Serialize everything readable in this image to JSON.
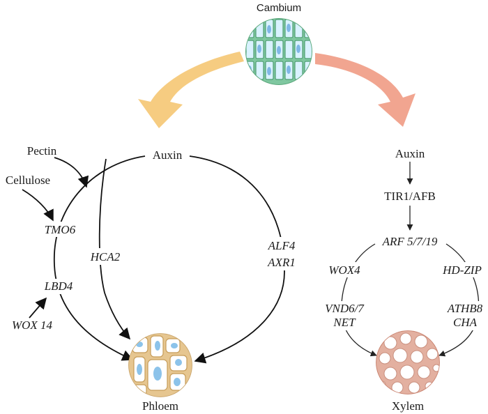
{
  "labels": {
    "cambium": "Cambium",
    "auxin_left": "Auxin",
    "auxin_right": "Auxin",
    "pectin": "Pectin",
    "cellulose": "Cellulose",
    "tmo6": "TMO6",
    "lbd4": "LBD4",
    "wox14": "WOX 14",
    "hca2": "HCA2",
    "alf4": "ALF4",
    "axr1": "AXR1",
    "phloem": "Phloem",
    "tir1_afb": "TIR1/AFB",
    "arf": "ARF 5/7/19",
    "wox4": "WOX4",
    "hd_zip": "HD-ZIP",
    "vnd": "VND6/7",
    "net": "NET",
    "athb8": "ATHB8",
    "cha": "CHA",
    "xylem": "Xylem"
  },
  "colors": {
    "left_arrow": "#f5c97a",
    "right_arrow": "#f0a08a",
    "cambium_fill": "#7fc7a0",
    "phloem_wall": "#e6c690",
    "xylem_wall": "#e3b0a0"
  }
}
